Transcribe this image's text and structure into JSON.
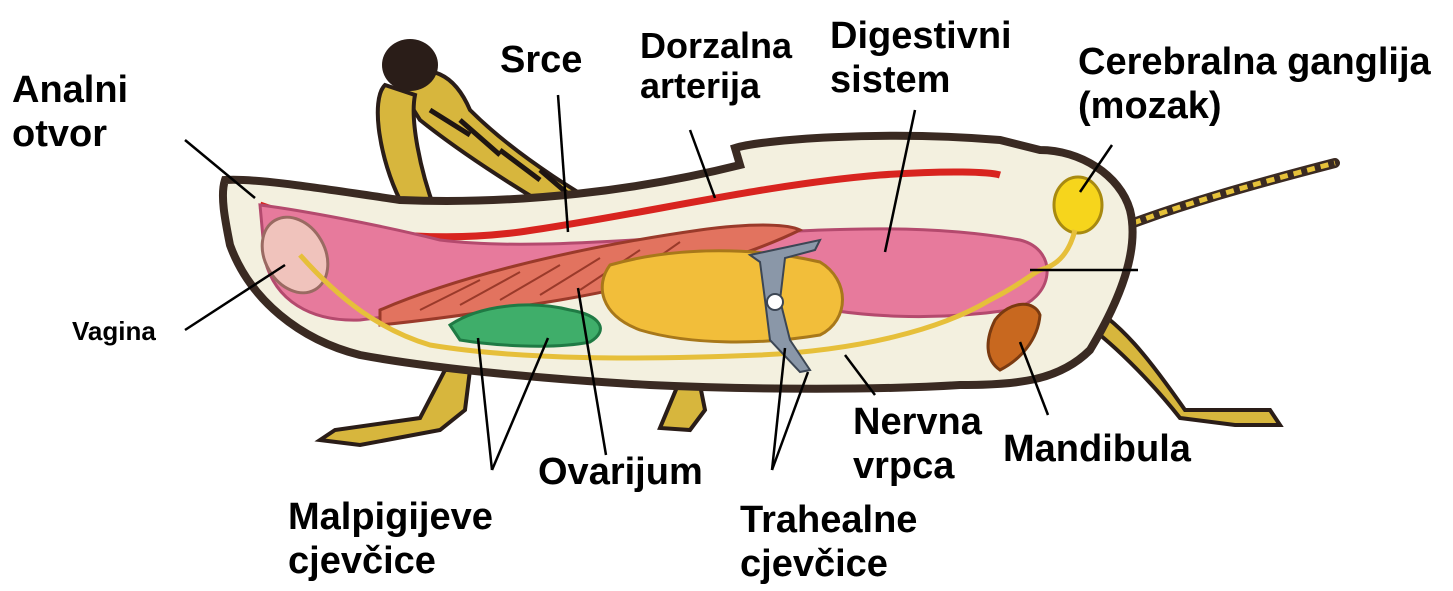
{
  "labels": {
    "analni_otvor_1": "Analni",
    "analni_otvor_2": "otvor",
    "srce": "Srce",
    "dorzalna_arterija_1": "Dorzalna",
    "dorzalna_arterija_2": "arterija",
    "digestivni_sistem_1": "Digestivni",
    "digestivni_sistem_2": "sistem",
    "cerebralna_ganglija_1": "Cerebralna ganglija",
    "cerebralna_ganglija_2": "(mozak)",
    "vagina": "Vagina",
    "nervna_vrpca_1": "Nervna",
    "nervna_vrpca_2": "vrpca",
    "mandibula": "Mandibula",
    "ovarijum": "Ovarijum",
    "malpigijeve_cjevcice_1": "Malpigijeve",
    "malpigijeve_cjevcice_2": "cjevčice",
    "trahealne_cjevcice_1": "Trahealne",
    "trahealne_cjevcice_2": "cjevčice"
  },
  "colors": {
    "body_fill": "#f3f0df",
    "body_outline": "#3a2a22",
    "heart": "#d8241f",
    "digestive": "#e77a9c",
    "ovary": "#e2735f",
    "fat_yellow": "#f2be3a",
    "malpighian": "#3fae6a",
    "nerve": "#e6bf3a",
    "brain": "#f6d51c",
    "leg": "#d7b63d",
    "trachea": "#8a97a8",
    "mandible": "#c8681f"
  }
}
